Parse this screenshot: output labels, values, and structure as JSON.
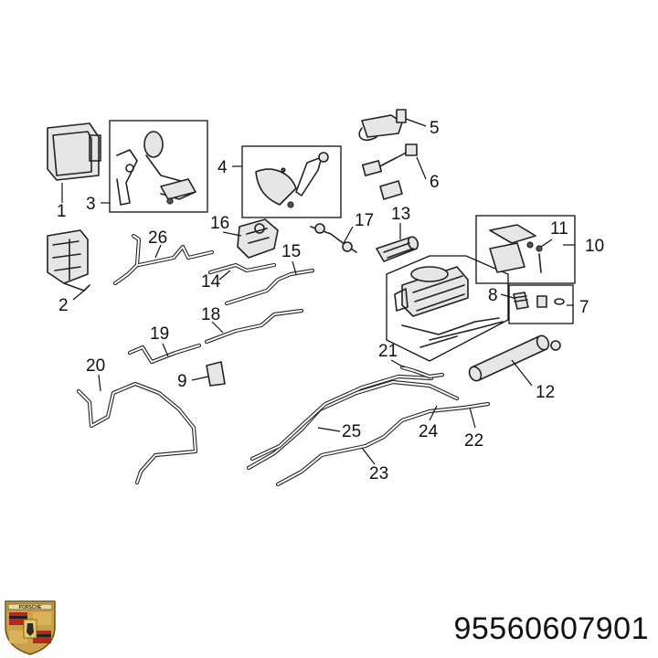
{
  "callouts": [
    "1",
    "2",
    "3",
    "4",
    "5",
    "6",
    "7",
    "8",
    "9",
    "10",
    "11",
    "12",
    "13",
    "14",
    "15",
    "16",
    "17",
    "18",
    "19",
    "20",
    "21",
    "22",
    "23",
    "24",
    "25",
    "26"
  ],
  "part_number": "95560607901",
  "brand": {
    "logo_text": "PORSCHE",
    "icon": "porsche-crest-icon"
  }
}
